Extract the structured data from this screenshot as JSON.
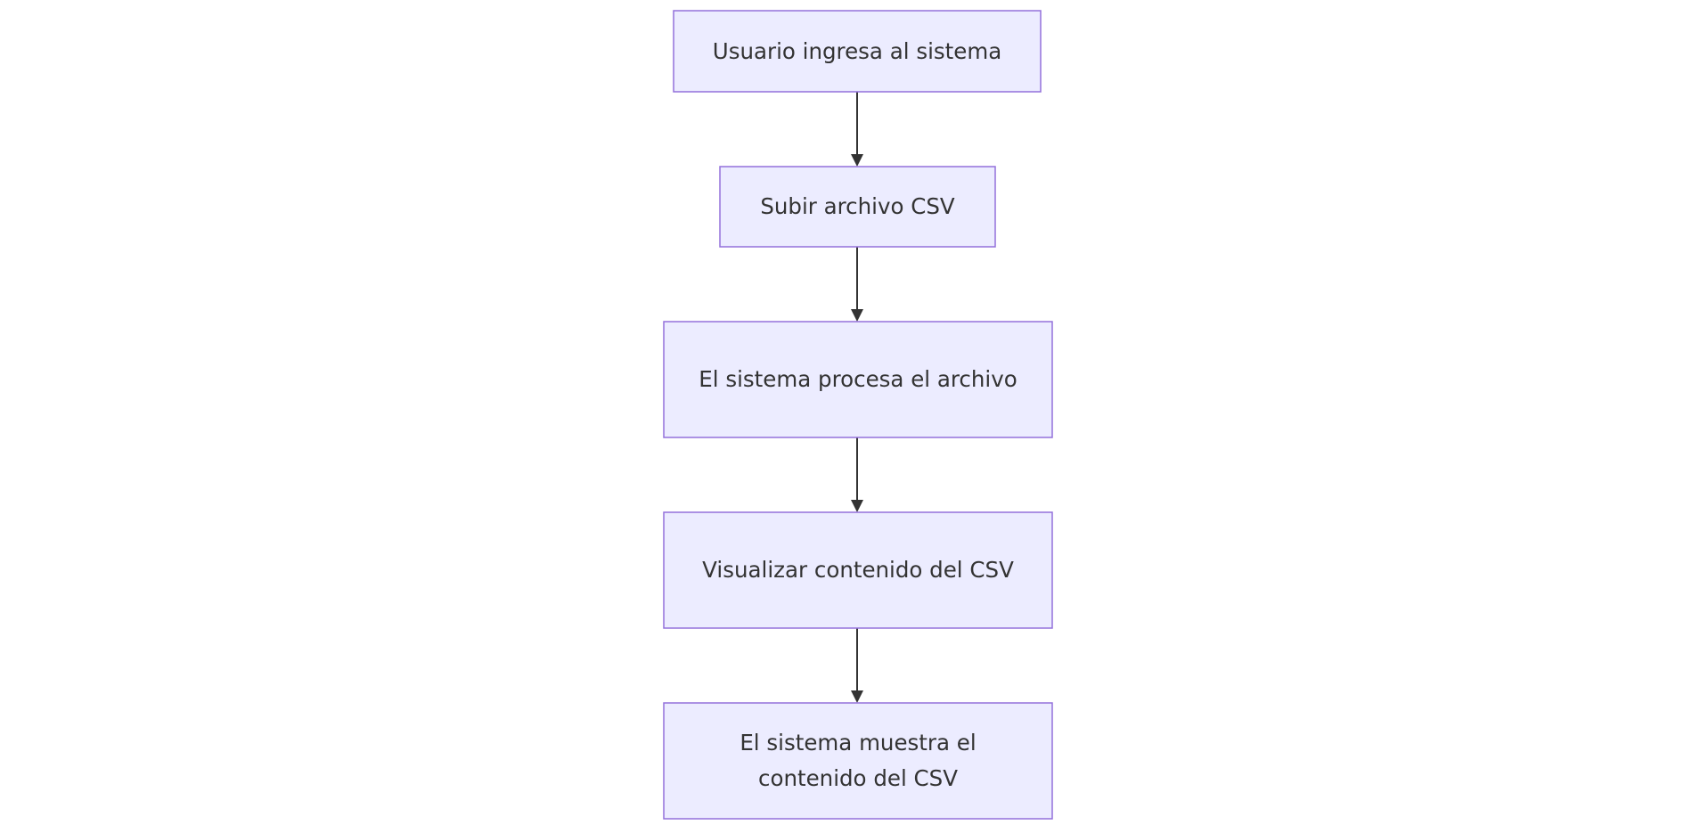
{
  "diagram": {
    "type": "flowchart",
    "direction": "top-down",
    "colors": {
      "node_fill": "#ECECFF",
      "node_border": "#9370DB",
      "edge": "#333333",
      "text": "#333333",
      "background": "#FFFFFF"
    },
    "nodes": [
      {
        "id": "n1",
        "label": "Usuario ingresa al sistema"
      },
      {
        "id": "n2",
        "label": "Subir archivo CSV"
      },
      {
        "id": "n3",
        "label": "El sistema procesa el archivo"
      },
      {
        "id": "n4",
        "label": "Visualizar contenido del CSV"
      },
      {
        "id": "n5",
        "label": "El sistema muestra el contenido del CSV"
      }
    ],
    "edges": [
      {
        "from": "n1",
        "to": "n2"
      },
      {
        "from": "n2",
        "to": "n3"
      },
      {
        "from": "n3",
        "to": "n4"
      },
      {
        "from": "n4",
        "to": "n5"
      }
    ]
  }
}
